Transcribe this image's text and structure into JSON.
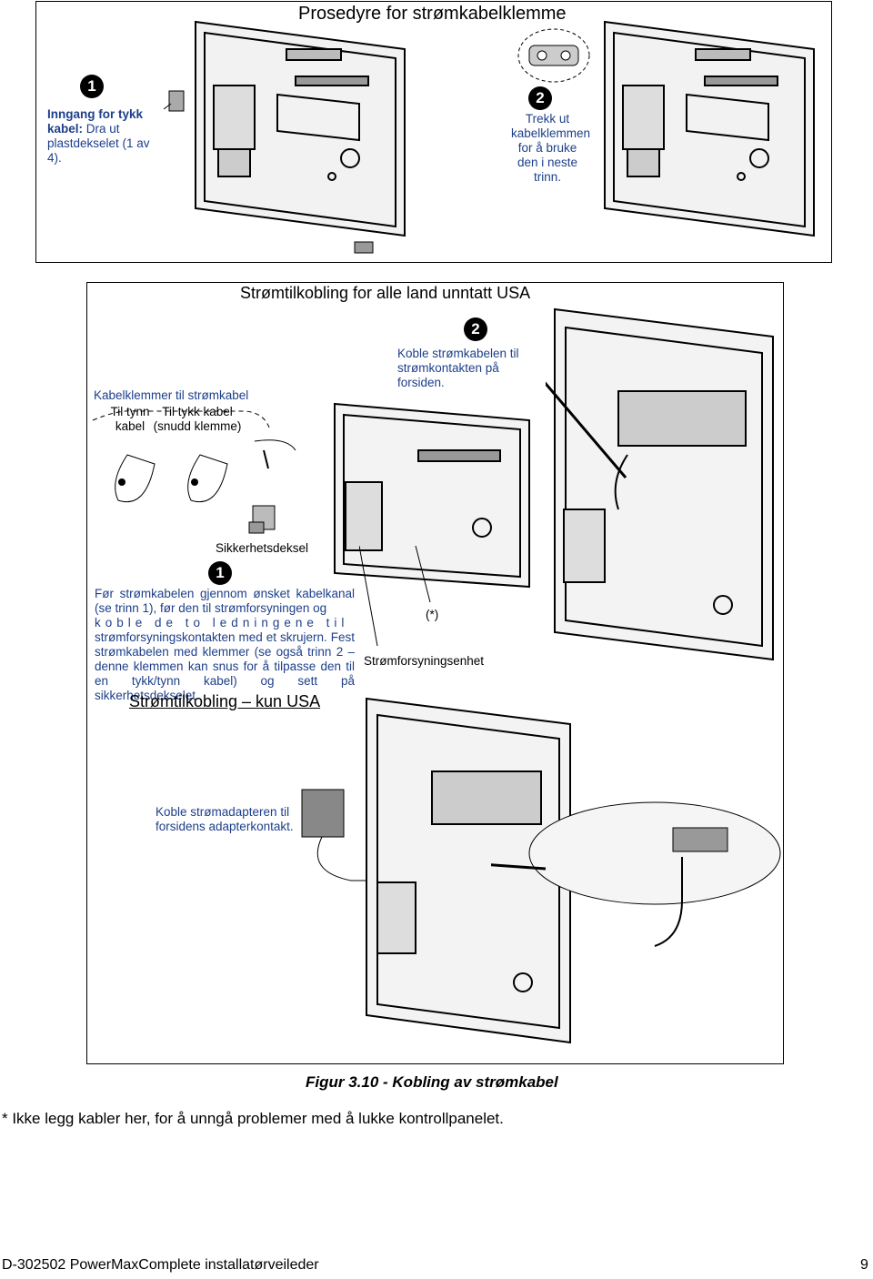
{
  "procedure_box": {
    "title": "Prosedyre for strømkabelklemme",
    "step1_number": "1",
    "step1_bold": "Inngang for tykk kabel:",
    "step1_text": "Dra ut plastdekselet (1 av 4).",
    "step2_number": "2",
    "step2_text": "Trekk ut kabelklemmen for å bruke den i neste trinn."
  },
  "non_usa_box": {
    "title": "Strømtilkobling for alle land unntatt USA",
    "clamps_heading": "Kabelklemmer til strømkabel",
    "clamp_thin": "Til tynn kabel",
    "clamp_thick": "Til tykk kabel (snudd klemme)",
    "step2_number": "2",
    "step2_text": "Koble strømkabelen til strømkontakten på forsiden.",
    "safety_cover_label": "Sikkerhetsdeksel",
    "step1_number": "1",
    "step1_line1": "Før strømkabelen gjennom ønsket kabelkanal (se trinn 1), før den til strømforsyningen og",
    "step1_line2": "koble de to ledningene til",
    "step1_line3": "strømforsyningskontakten med et skrujern. Fest strømkabelen med klemmer (se også trinn 2 – denne klemmen kan snus for å tilpasse den til en tykk/tynn kabel) og sett på sikkerhetsdekselet.",
    "asterisk_label": "(*)",
    "psu_label": "Strømforsyningsenhet",
    "usa_title": "Strømtilkobling – kun USA",
    "adapter_text": "Koble strømadapteren til forsidens adapterkontakt."
  },
  "figure_caption": "Figur 3.10 - Kobling av strømkabel",
  "footnote": "* Ikke legg kabler her, for å unngå problemer med å lukke kontrollpanelet.",
  "footer": {
    "doc_title": "D-302502 PowerMaxComplete installatørveileder",
    "page_number": "9"
  }
}
